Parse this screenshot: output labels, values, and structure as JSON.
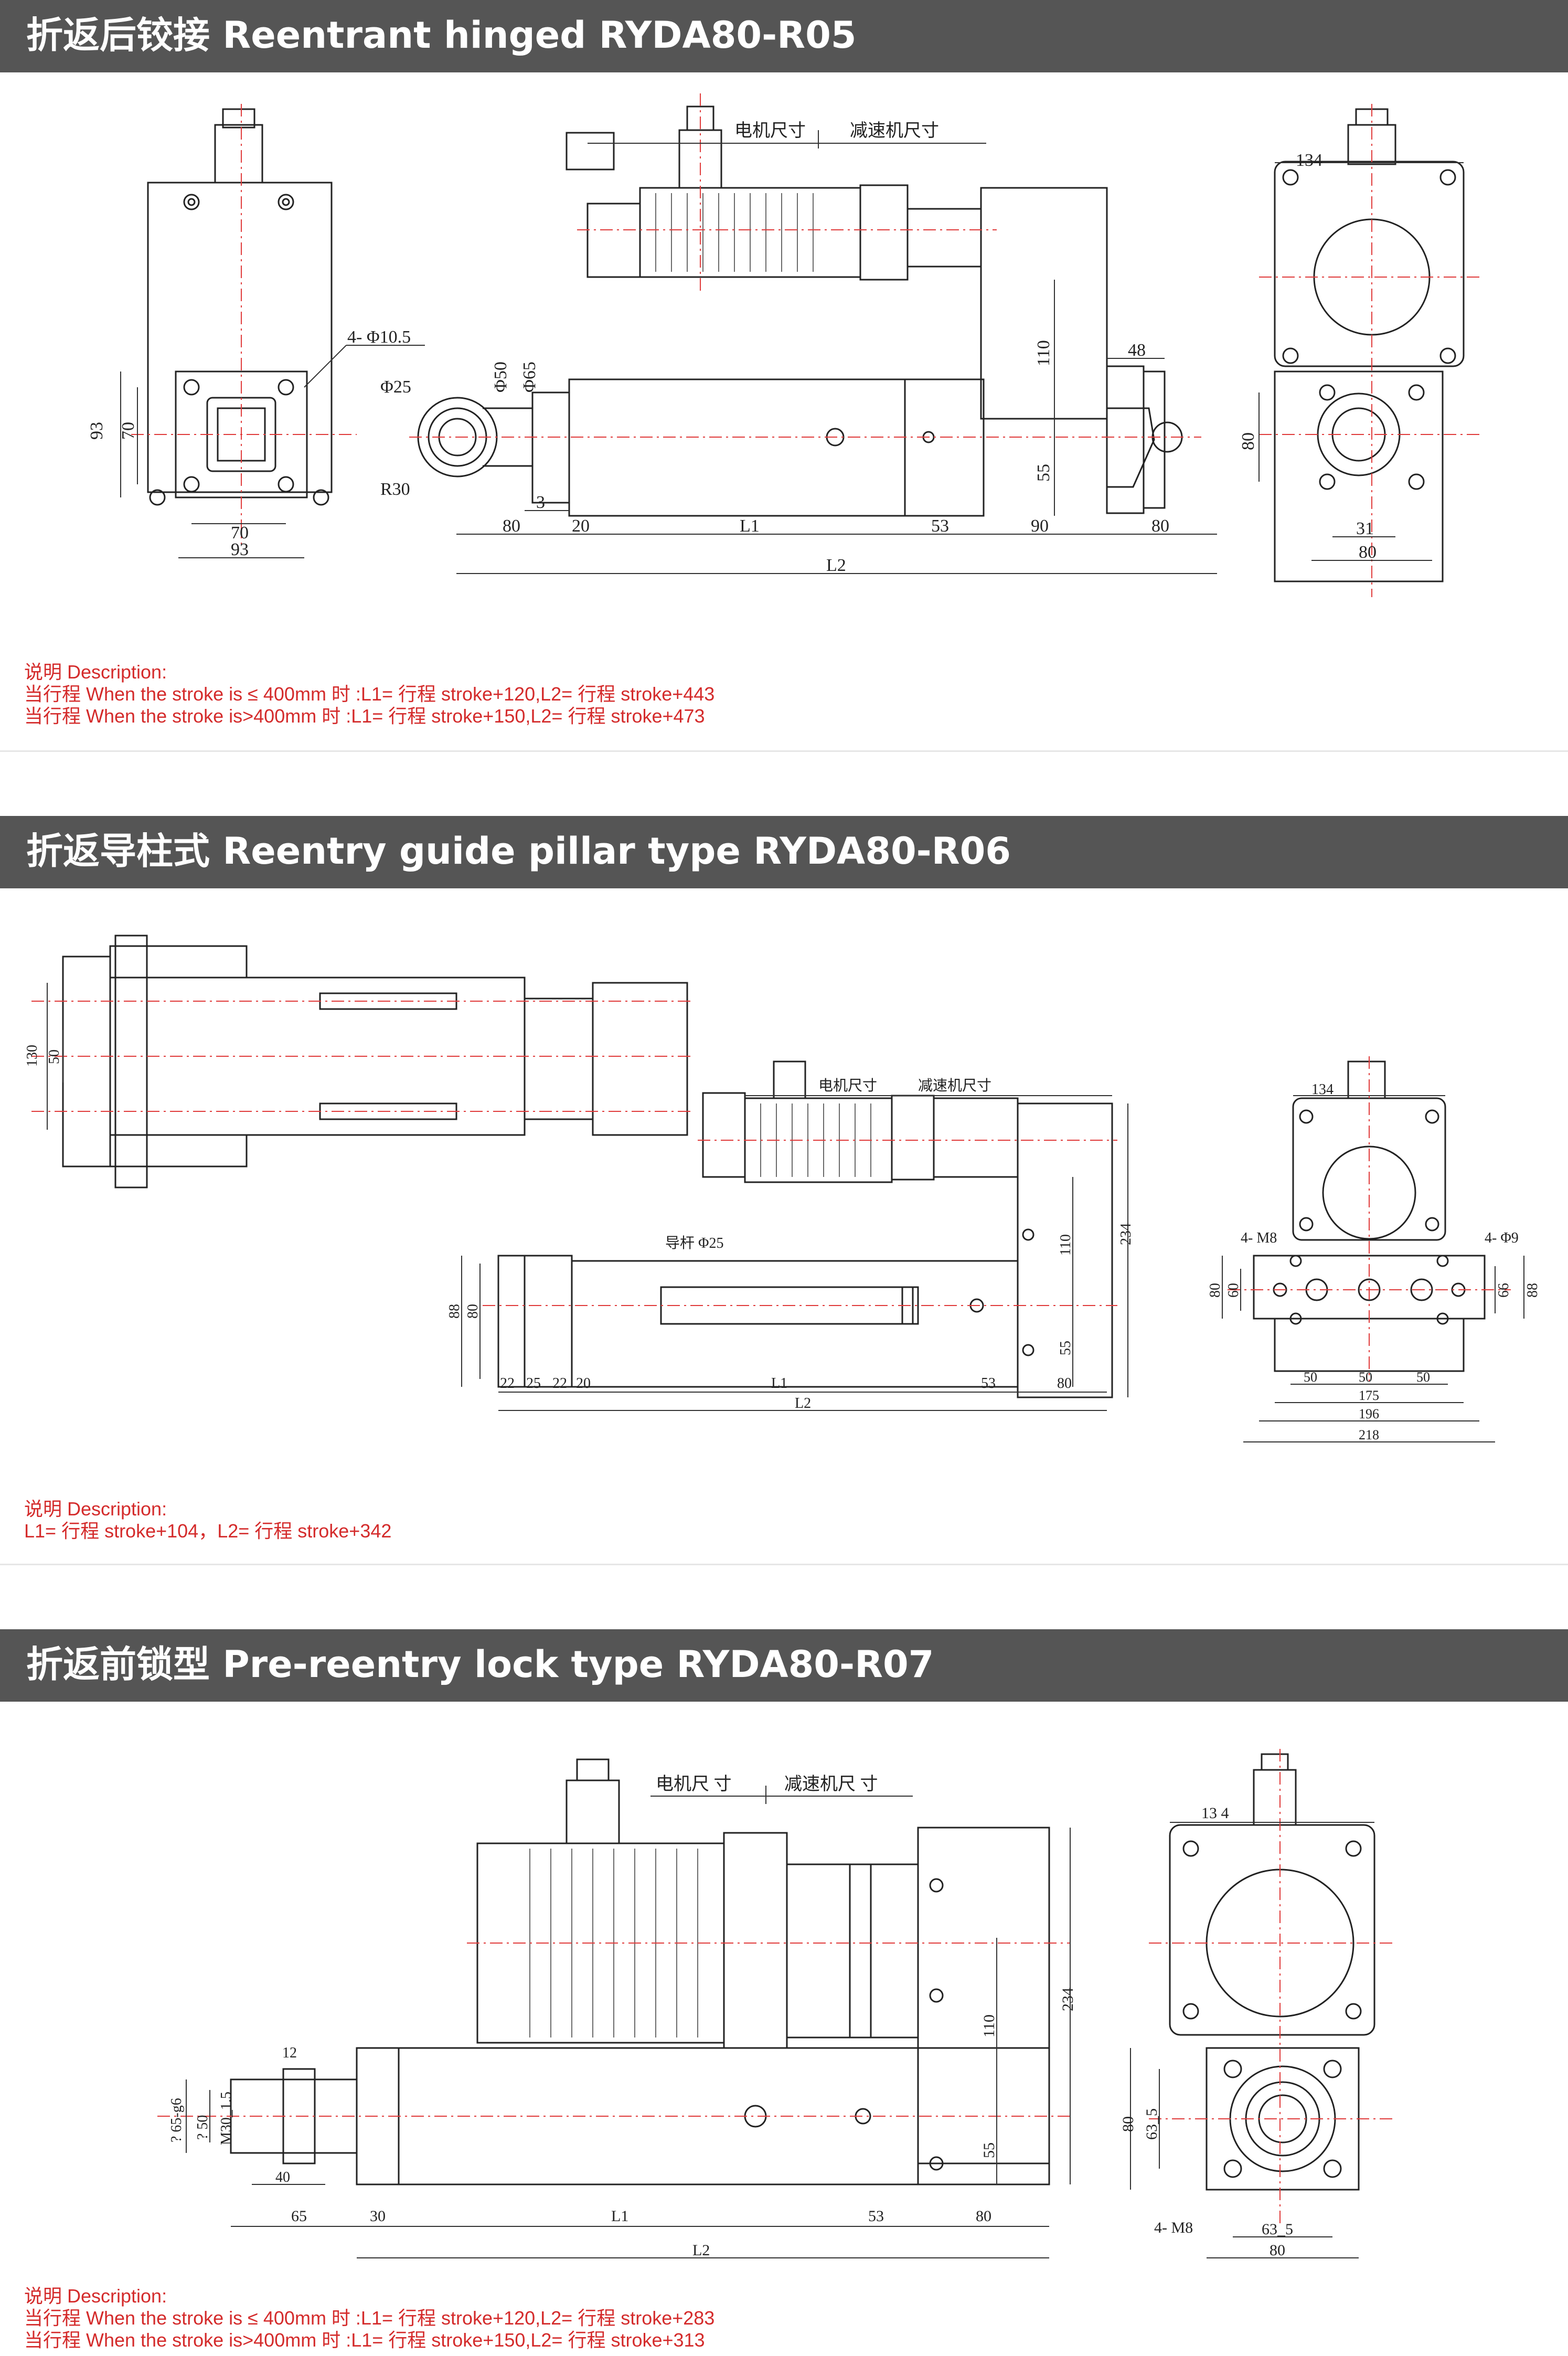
{
  "sections": [
    {
      "title": "折返后铰接 Reentrant hinged RYDA80-R05",
      "labels": {
        "motor": "电机尺寸",
        "reducer": "减速机尺寸",
        "hole": "4- Φ10.5",
        "phi25": "Φ25",
        "phi50": "Φ50",
        "phi65": "Φ65",
        "r30": "R30",
        "d93": "93",
        "d70v": "70",
        "d70": "70",
        "d93b": "93",
        "d3": "3",
        "d80a": "80",
        "d20": "20",
        "l1": "L1",
        "d53": "53",
        "d90": "90",
        "d80b": "80",
        "l2": "L2",
        "d110": "110",
        "d55": "55",
        "d48": "48",
        "d134": "134",
        "d80v": "80",
        "d31": "31",
        "d80c": "80"
      },
      "desc_title": "说明 Description:",
      "desc_lines": [
        "当行程 When the stroke is ≤ 400mm 时 :L1= 行程 stroke+120,L2= 行程 stroke+443",
        "当行程 When the stroke is>400mm 时 :L1= 行程 stroke+150,L2= 行程 stroke+473"
      ]
    },
    {
      "title": "折返导柱式 Reentry guide pillar type RYDA80-R06",
      "labels": {
        "d130": "130",
        "d50v": "50",
        "motor": "电机尺寸",
        "reducer": "减速机尺寸",
        "rod": "导杆 Φ25",
        "d110": "110",
        "d234": "234",
        "d55": "55",
        "d88": "88",
        "d80v": "80",
        "d22a": "22",
        "d25": "25",
        "d22b": "22",
        "d20": "20",
        "l1": "L1",
        "d53": "53",
        "d80": "80",
        "l2": "L2",
        "d134": "134",
        "m8": "4- M8",
        "phi9": "4- Φ9",
        "d80r": "80",
        "d60r": "60",
        "d66": "66",
        "d88r": "88",
        "d50a": "50",
        "d50b": "50",
        "d50c": "50",
        "d175": "175",
        "d196": "196",
        "d218": "218"
      },
      "desc_title": "说明 Description:",
      "desc_lines": [
        "L1= 行程 stroke+104，L2= 行程 stroke+342"
      ]
    },
    {
      "title": "折返前锁型 Pre-reentry lock type RYDA80-R07",
      "labels": {
        "motor": "电机尺 寸",
        "reducer": "减速机尺 寸",
        "d12": "12",
        "d65g6": "? 65-g6",
        "d50": "? 50",
        "m30": "M30_1.5",
        "d40": "40",
        "d65": "65",
        "d30": "30",
        "l1": "L1",
        "d53": "53",
        "d80": "80",
        "l2": "L2",
        "d110": "110",
        "d234": "234",
        "d55": "55",
        "d134": "13 4",
        "d80v": "80",
        "d635v": "63_5",
        "m8": "4- M8",
        "d635": "63_5",
        "d80b": "80"
      },
      "desc_title": "说明 Description:",
      "desc_lines": [
        "当行程 When the stroke is ≤ 400mm 时 :L1= 行程 stroke+120,L2= 行程 stroke+283",
        "当行程 When the stroke is>400mm 时 :L1= 行程 stroke+150,L2= 行程 stroke+313"
      ]
    }
  ],
  "colors": {
    "header_bg": "#555555",
    "header_text": "#ffffff",
    "description": "#d42b2b",
    "centerline": "#e03a3a",
    "linework": "#222222"
  }
}
